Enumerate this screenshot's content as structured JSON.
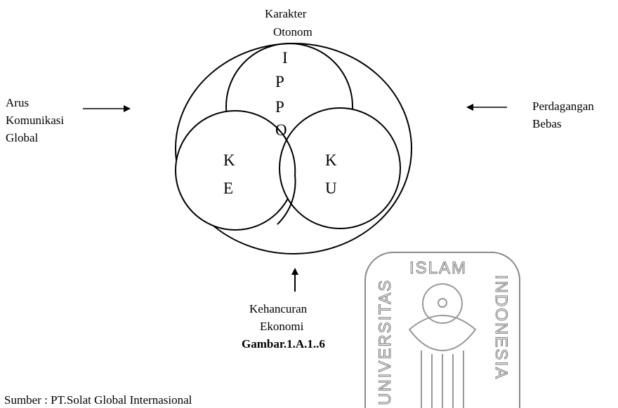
{
  "labels": {
    "top_line1": "Karakter",
    "top_line2": "Otonom",
    "left_line1": "Arus",
    "left_line2": "Komunikasi",
    "left_line3": "Global",
    "right_line1": "Perdagangan",
    "right_line2": "Bebas",
    "bottom_line1": "Kehancuran",
    "bottom_line2": "Ekonomi",
    "figure_caption": "Gambar.1.A.1..6",
    "source": "Sumber : PT.Solat Global  Internasional"
  },
  "circles": {
    "top_letters": [
      "I",
      "P",
      "P",
      "O"
    ],
    "left_letters": [
      "K",
      "E"
    ],
    "right_letters": [
      "K",
      "U"
    ]
  },
  "watermark": {
    "top": "ISLAM",
    "left": "UNIVERSITAS",
    "right": "INDONESIA",
    "color": "#777777"
  }
}
